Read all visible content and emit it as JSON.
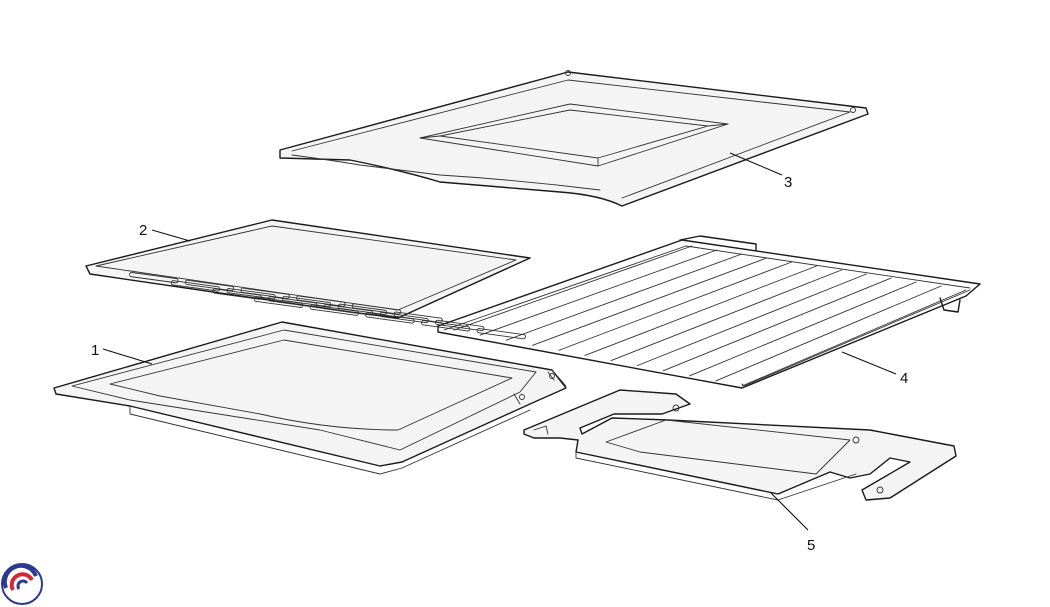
{
  "callouts": [
    {
      "id": "1",
      "label": "1"
    },
    {
      "id": "2",
      "label": "2"
    },
    {
      "id": "3",
      "label": "3"
    },
    {
      "id": "4",
      "label": "4"
    },
    {
      "id": "5",
      "label": "5"
    }
  ],
  "icons": {
    "logo": "brand-logo-icon"
  },
  "colors": {
    "line": "#1a1a1a",
    "logo_red": "#d7262e",
    "logo_blue": "#2b3a8f"
  }
}
